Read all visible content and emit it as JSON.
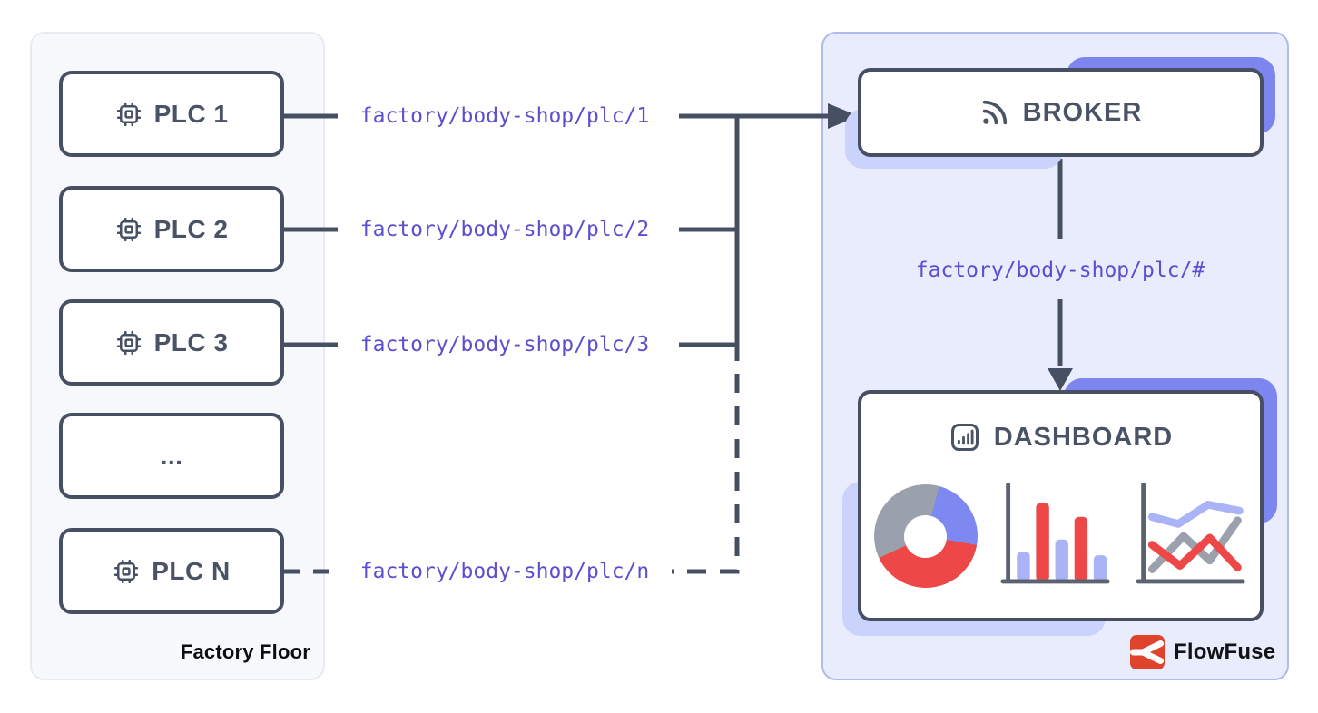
{
  "diagram": {
    "factory_panel": {
      "caption": "Factory Floor",
      "nodes": [
        {
          "label": "PLC 1",
          "icon": "chip-icon"
        },
        {
          "label": "PLC 2",
          "icon": "chip-icon"
        },
        {
          "label": "PLC 3",
          "icon": "chip-icon"
        },
        {
          "label": "...",
          "icon": "none"
        },
        {
          "label": "PLC N",
          "icon": "chip-icon"
        }
      ]
    },
    "topics": {
      "plc1": "factory/body-shop/plc/1",
      "plc2": "factory/body-shop/plc/2",
      "plc3": "factory/body-shop/plc/3",
      "plcn": "factory/body-shop/plc/n",
      "wildcard": "factory/body-shop/plc/#"
    },
    "broker": {
      "label": "BROKER",
      "icon": "rss-feed-icon"
    },
    "dashboard": {
      "label": "DASHBOARD",
      "icon": "bar-chart-icon"
    },
    "brand": {
      "name": "FlowFuse",
      "icon": "flowfuse-logo"
    }
  },
  "colors": {
    "line": "#475063",
    "node_text": "#4a5365",
    "topic_text": "#5a4fcf",
    "accent_periwinkle": "#7c86ee",
    "accent_lavender": "#c9d3fb",
    "panel_left_bg": "#f7f8fb",
    "panel_right_bg": "#e8ecfc",
    "chart_red": "#ee4747",
    "chart_periwinkle": "#a9b3f5",
    "chart_blue": "#7d88f0",
    "chart_gray": "#9ba1ac",
    "brand_red": "#e0432b"
  }
}
